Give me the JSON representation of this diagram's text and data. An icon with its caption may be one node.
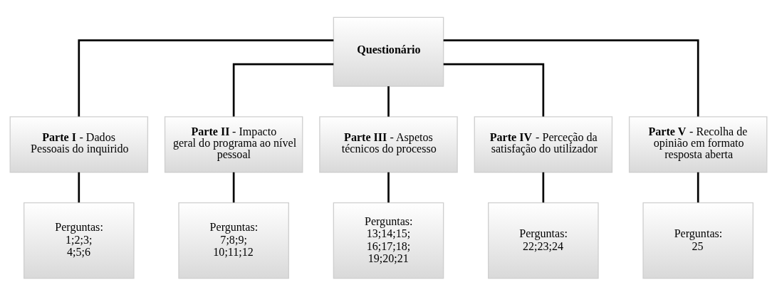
{
  "diagram": {
    "nodes": [
      {
        "text": [
          "**Questionário**"
        ]
      },
      {
        "text": [
          "**Parte I** - Dados Pessoais do inquirido"
        ]
      },
      {
        "text": [
          "**Parte II** - Impacto geral do programa ao nível pessoal"
        ]
      },
      {
        "text": [
          "**Parte III** - Aspetos técnicos do processo"
        ]
      },
      {
        "text": [
          "**Parte IV** - Perceção da satisfação do utilizador"
        ]
      },
      {
        "text": [
          "**Parte V** - Recolha de opinião em formato resposta aberta"
        ]
      },
      {
        "text": [
          "Perguntas: 1;2;3; 4;5;6"
        ]
      },
      {
        "text": [
          "Perguntas: 7;8;9; 10;11;12"
        ]
      },
      {
        "text": [
          "Perguntas: 13;14;15; 16;17;18; 19;20;21"
        ]
      },
      {
        "text": [
          "Perguntas: 22;23;24"
        ]
      },
      {
        "text": [
          "Perguntas: 25"
        ]
      }
    ],
    "edges": [
      {
        "from": 0,
        "to": 1,
        "arrow": "none"
      },
      {
        "from": 0,
        "to": 2,
        "arrow": "none"
      },
      {
        "from": 0,
        "to": 3,
        "arrow": "none"
      },
      {
        "from": 0,
        "to": 4,
        "arrow": "none"
      },
      {
        "from": 0,
        "to": 5,
        "arrow": "none"
      },
      {
        "from": 1,
        "to": 6,
        "arrow": "none"
      },
      {
        "from": 2,
        "to": 7,
        "arrow": "none"
      },
      {
        "from": 3,
        "to": 8,
        "arrow": "none"
      },
      {
        "from": 4,
        "to": 9,
        "arrow": "none"
      },
      {
        "from": 5,
        "to": 10,
        "arrow": "none"
      }
    ]
  }
}
